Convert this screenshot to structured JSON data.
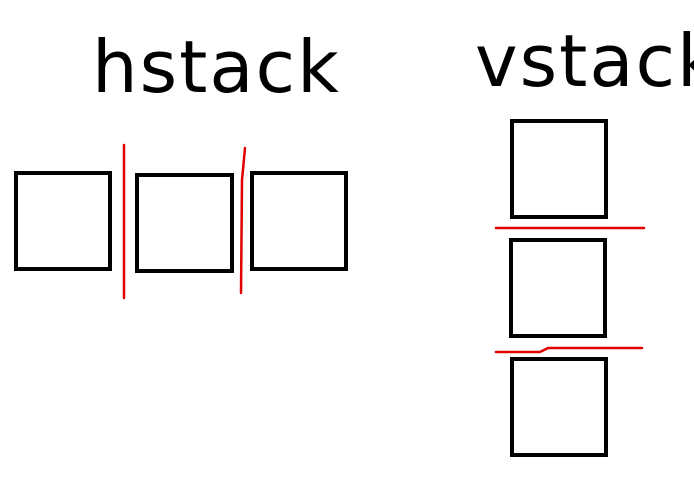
{
  "diagram": {
    "titles": {
      "hstack": "hstack",
      "vstack": "vstack"
    },
    "colors": {
      "box_stroke": "#000000",
      "divider_stroke": "#e00000",
      "background": "#ffffff"
    },
    "groups": [
      {
        "id": "hstack",
        "title_key": "hstack",
        "box_count": 3,
        "divider_count": 2,
        "orientation": "horizontal"
      },
      {
        "id": "vstack",
        "title_key": "vstack",
        "box_count": 3,
        "divider_count": 2,
        "orientation": "vertical"
      }
    ]
  }
}
